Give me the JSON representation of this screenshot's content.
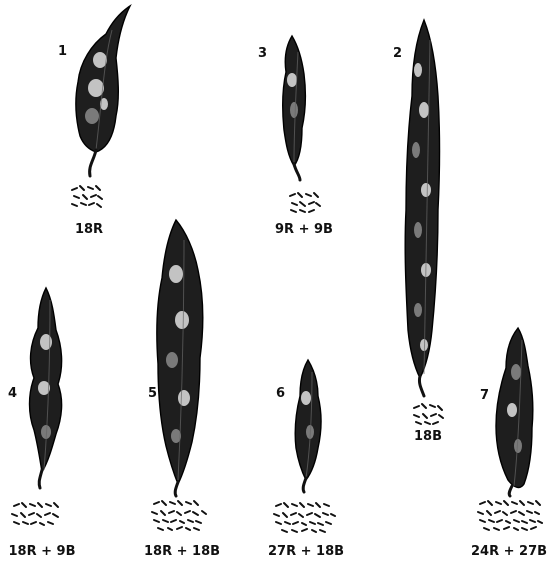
{
  "panels": [
    {
      "id": "1",
      "label": "1",
      "caption": "18R"
    },
    {
      "id": "2",
      "label": "2",
      "caption": "18B"
    },
    {
      "id": "3",
      "label": "3",
      "caption": "9R + 9B"
    },
    {
      "id": "4",
      "label": "4",
      "caption": "18R + 9B"
    },
    {
      "id": "5",
      "label": "5",
      "caption": "18R + 18B"
    },
    {
      "id": "6",
      "label": "6",
      "caption": "27R + 18B"
    },
    {
      "id": "7",
      "label": "7",
      "caption": "24R + 27B"
    }
  ],
  "colors": {
    "pod": "#1e1e1e",
    "highlight": "#e8e8e8",
    "background": "#ffffff"
  }
}
